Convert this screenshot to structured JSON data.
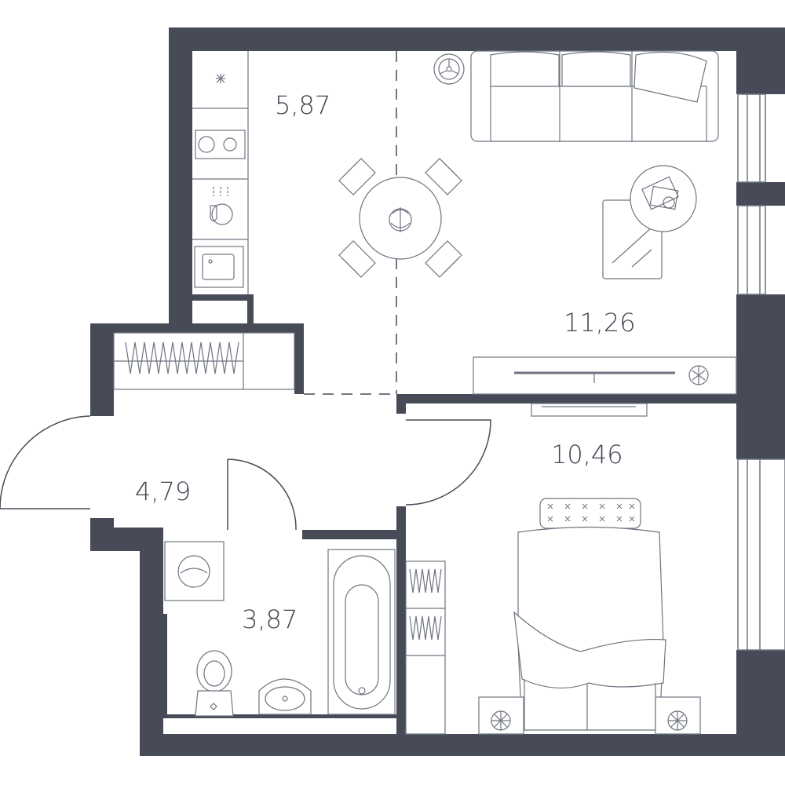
{
  "colors": {
    "wall": "#474b57",
    "furniture_line": "#6f7480",
    "background": "#ffffff"
  },
  "rooms": [
    {
      "name": "kitchen",
      "area": "5,87"
    },
    {
      "name": "living-room",
      "area": "11,26"
    },
    {
      "name": "bedroom",
      "area": "10,46"
    },
    {
      "name": "hallway",
      "area": "4,79"
    },
    {
      "name": "bathroom",
      "area": "3,87"
    }
  ]
}
